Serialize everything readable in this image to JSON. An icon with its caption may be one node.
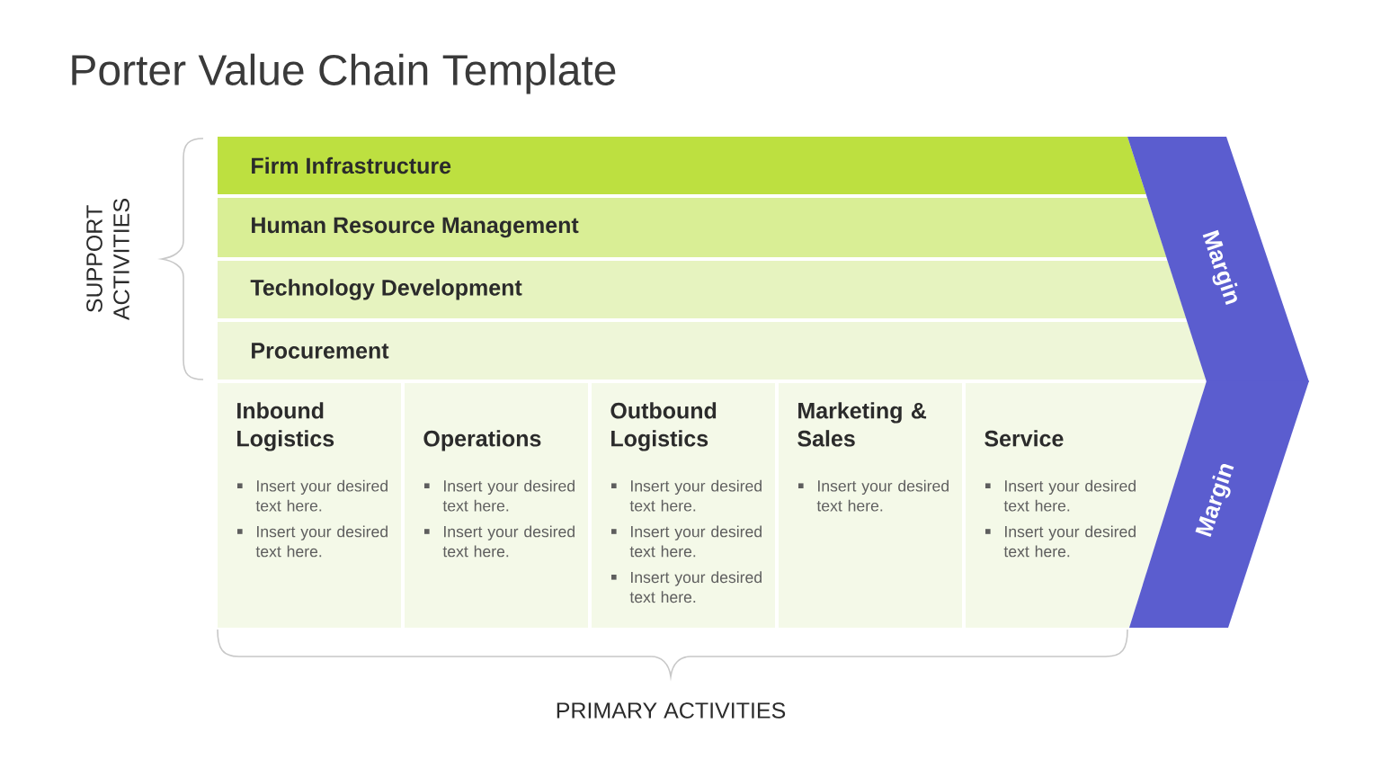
{
  "diagram": {
    "title": "Porter Value Chain Template",
    "nodes": [
      {
        "text": [
          "Firm Infrastructure"
        ]
      },
      {
        "text": [
          "Human Resource Management"
        ]
      },
      {
        "text": [
          "Technology Development"
        ]
      },
      {
        "text": [
          "Procurement"
        ]
      },
      {
        "text": [
          "Inbound Logistics",
          "Insert your desired text here.",
          "Insert your desired text here."
        ]
      },
      {
        "text": [
          "Operations",
          "Insert your desired text here.",
          "Insert your desired text here."
        ]
      },
      {
        "text": [
          "Outbound Logistics",
          "Insert your desired text here.",
          "Insert your desired text here.",
          "Insert your desired text here."
        ]
      },
      {
        "text": [
          "Marketing & Sales",
          "Insert your desired text here."
        ]
      },
      {
        "text": [
          "Service",
          "Insert your desired text here.",
          "Insert your desired text here."
        ]
      },
      {
        "text": [
          "Margin"
        ]
      },
      {
        "text": [
          "Margin"
        ]
      }
    ],
    "labels": [
      "SUPPORT ACTIVITIES",
      "PRIMARY ACTIVITIES"
    ]
  }
}
